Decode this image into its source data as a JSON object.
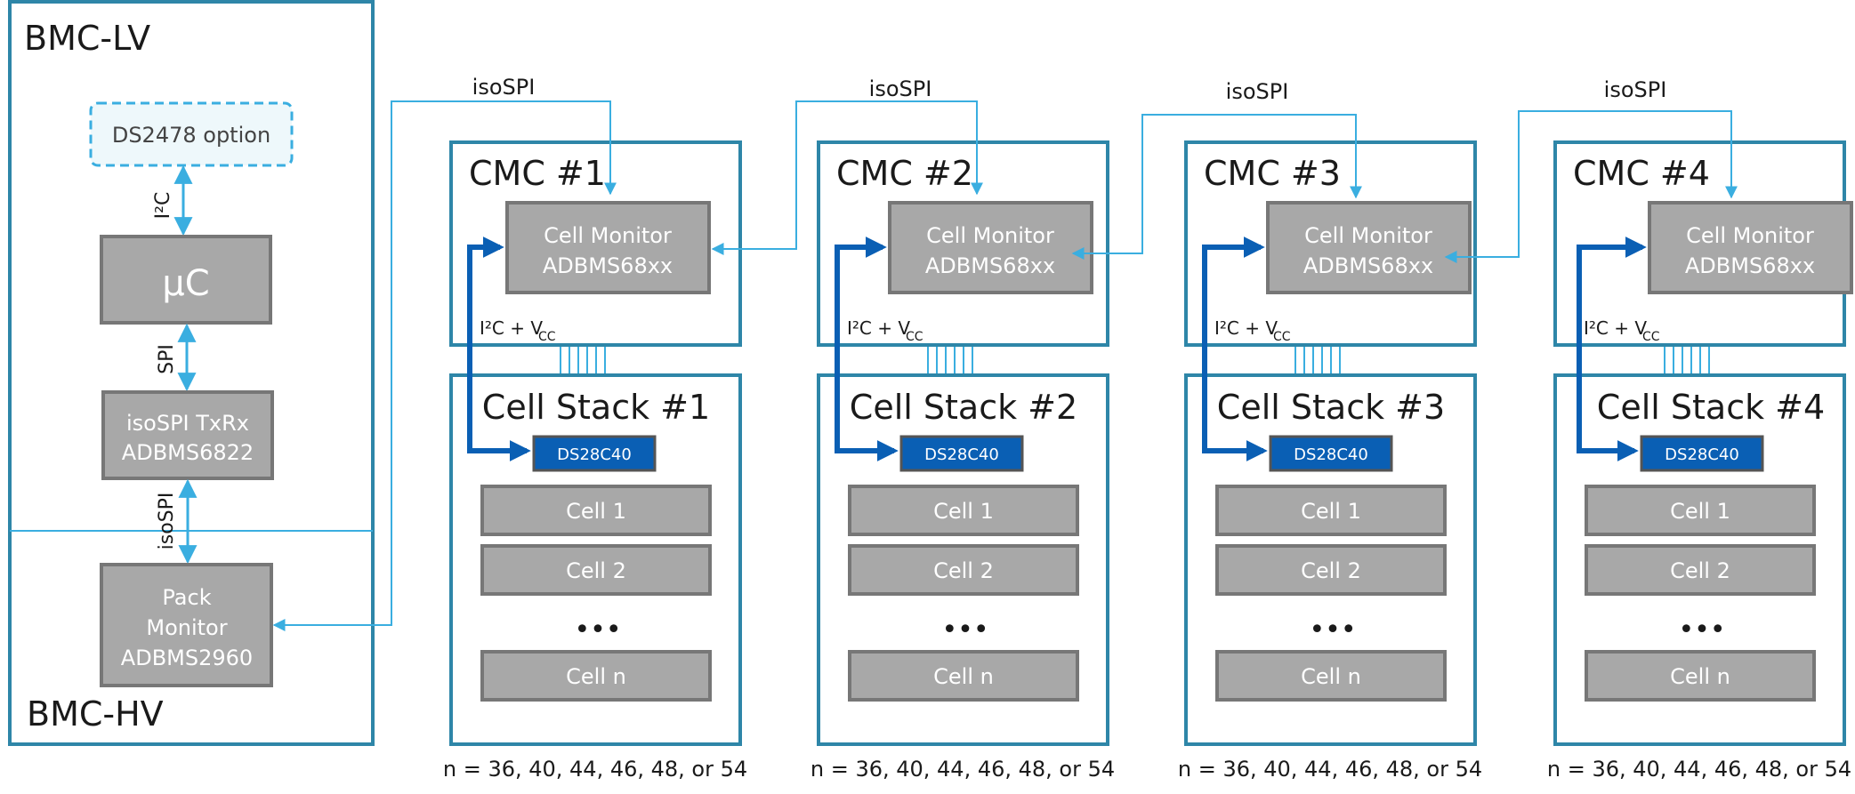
{
  "bmc": {
    "lv_label": "BMC-LV",
    "hv_label": "BMC-HV",
    "ds2478_label": "DS2478 option",
    "i2c_label": "I²C",
    "uc_label": "µC",
    "spi_label": "SPI",
    "isospi_txrx_line1": "isoSPI TxRx",
    "isospi_txrx_line2": "ADBMS6822",
    "isospi_vertical_label": "isoSPI",
    "pack_monitor_line1": "Pack",
    "pack_monitor_line2": "Monitor",
    "pack_monitor_line3": "ADBMS2960"
  },
  "cmcs": [
    {
      "title": "CMC #1",
      "isospi_label": "isoSPI",
      "monitor_line1": "Cell Monitor",
      "monitor_line2": "ADBMS68xx",
      "bus_label": "I²C + V",
      "bus_sub": "CC",
      "stack_title": "Cell Stack #1",
      "chip_label": "DS28C40",
      "cells": [
        "Cell 1",
        "Cell 2",
        "Cell n"
      ],
      "ellipsis": "•••",
      "footnote": "n = 36, 40, 44, 46, 48, or 54"
    },
    {
      "title": "CMC #2",
      "isospi_label": "isoSPI",
      "monitor_line1": "Cell Monitor",
      "monitor_line2": "ADBMS68xx",
      "bus_label": "I²C + V",
      "bus_sub": "CC",
      "stack_title": "Cell Stack #2",
      "chip_label": "DS28C40",
      "cells": [
        "Cell 1",
        "Cell 2",
        "Cell n"
      ],
      "ellipsis": "•••",
      "footnote": "n = 36, 40, 44, 46, 48, or 54"
    },
    {
      "title": "CMC #3",
      "isospi_label": "isoSPI",
      "monitor_line1": "Cell Monitor",
      "monitor_line2": "ADBMS68xx",
      "bus_label": "I²C + V",
      "bus_sub": "CC",
      "stack_title": "Cell Stack #3",
      "chip_label": "DS28C40",
      "cells": [
        "Cell 1",
        "Cell 2",
        "Cell n"
      ],
      "ellipsis": "•••",
      "footnote": "n = 36, 40, 44, 46, 48, or 54"
    },
    {
      "title": "CMC #4",
      "isospi_label": "isoSPI",
      "monitor_line1": "Cell Monitor",
      "monitor_line2": "ADBMS68xx",
      "bus_label": "I²C + V",
      "bus_sub": "CC",
      "stack_title": "Cell Stack #4",
      "chip_label": "DS28C40",
      "cells": [
        "Cell 1",
        "Cell 2",
        "Cell n"
      ],
      "ellipsis": "•••",
      "footnote": "n = 36, 40, 44, 46, 48, or 54"
    }
  ],
  "colors": {
    "frame": "#2e86a8",
    "box_fill": "#a8a8a8",
    "box_stroke": "#777777",
    "link": "#3aaee0",
    "bold_link": "#0a5fb4",
    "chip_fill": "#0a5fb4",
    "option_fill": "#eef8fb",
    "option_stroke": "#3aaee0"
  }
}
